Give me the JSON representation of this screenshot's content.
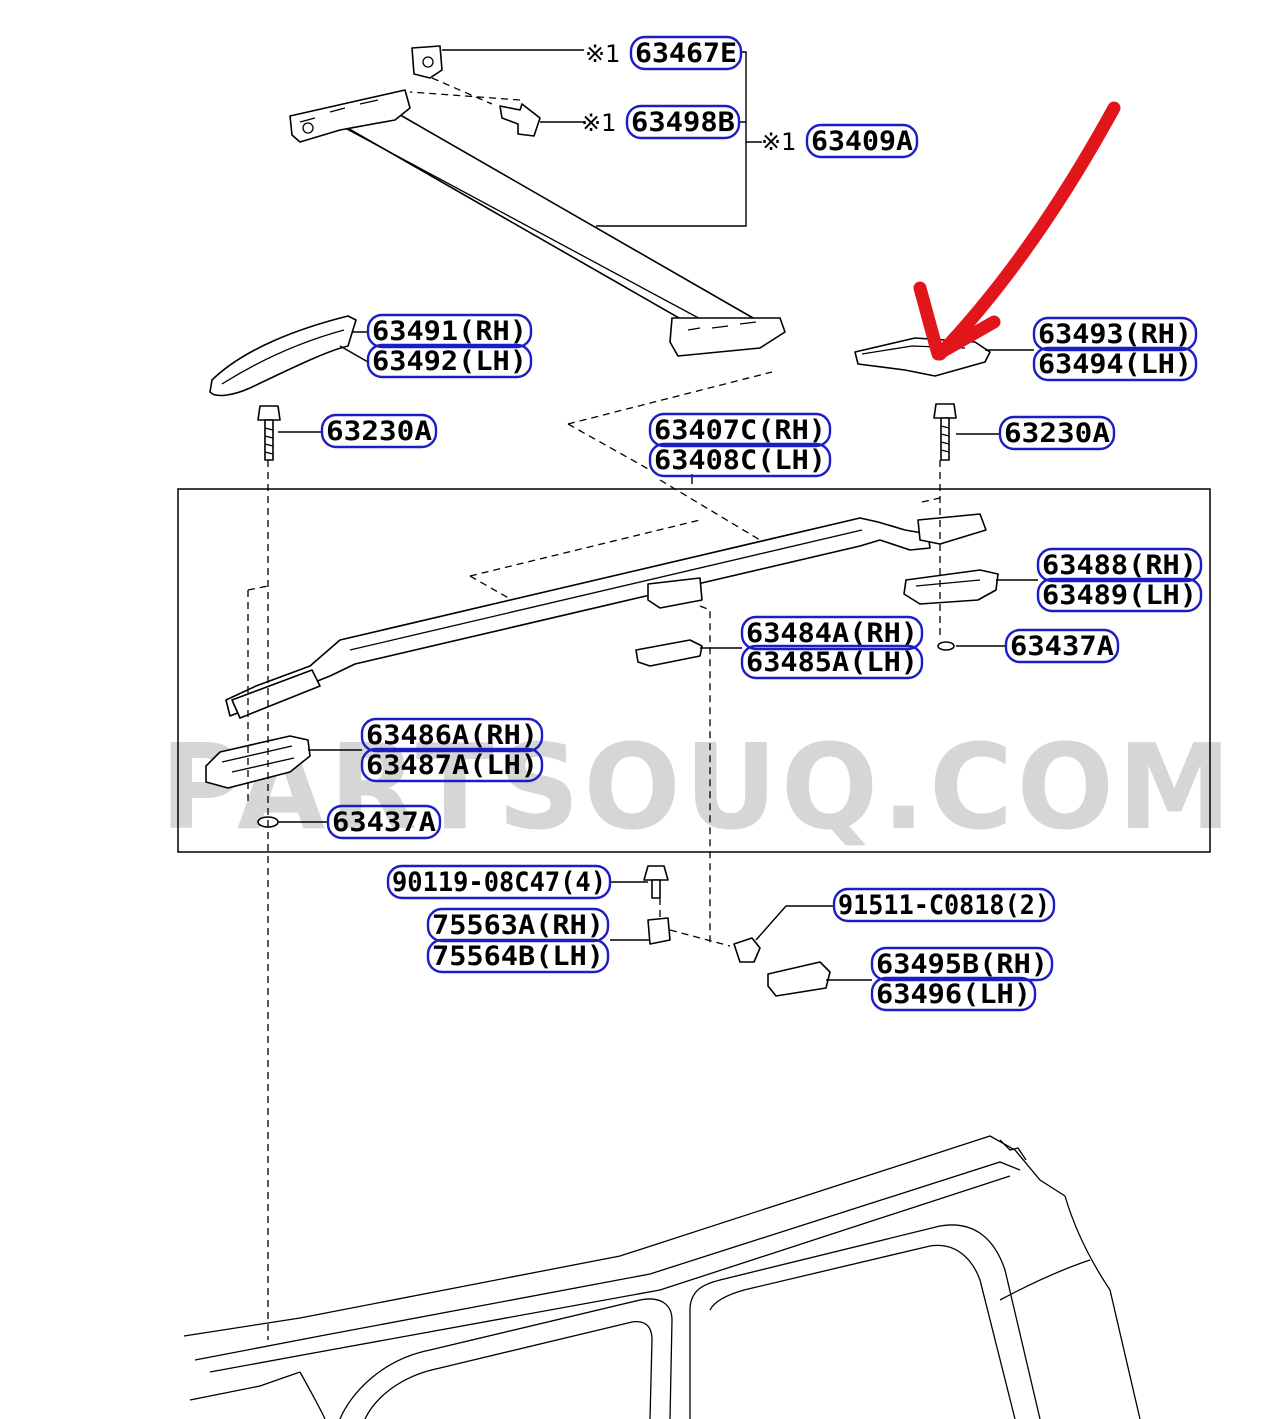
{
  "diagram": {
    "watermark": "PARTSOUQ.COM",
    "marker_symbol": "※1",
    "annotation_color": "#1d1dc8",
    "arrow_color": "#e0161b",
    "callouts": [
      {
        "id": "c-63467e",
        "text": "63467E",
        "prefix": "※1"
      },
      {
        "id": "c-63498b",
        "text": "63498B",
        "prefix": "※1"
      },
      {
        "id": "c-63409a",
        "text": "63409A",
        "prefix": "※1"
      },
      {
        "id": "c-63491",
        "text": "63491(RH)"
      },
      {
        "id": "c-63492",
        "text": "63492(LH)"
      },
      {
        "id": "c-63493",
        "text": "63493(RH)"
      },
      {
        "id": "c-63494",
        "text": "63494(LH)"
      },
      {
        "id": "c-63230a-left",
        "text": "63230A"
      },
      {
        "id": "c-63230a-right",
        "text": "63230A"
      },
      {
        "id": "c-63407c",
        "text": "63407C(RH)"
      },
      {
        "id": "c-63408c",
        "text": "63408C(LH)"
      },
      {
        "id": "c-63488",
        "text": "63488(RH)"
      },
      {
        "id": "c-63489",
        "text": "63489(LH)"
      },
      {
        "id": "c-63484a",
        "text": "63484A(RH)"
      },
      {
        "id": "c-63485a",
        "text": "63485A(LH)"
      },
      {
        "id": "c-63437a-right",
        "text": "63437A"
      },
      {
        "id": "c-63486a",
        "text": "63486A(RH)"
      },
      {
        "id": "c-63487a",
        "text": "63487A(LH)"
      },
      {
        "id": "c-63437a-left",
        "text": "63437A"
      },
      {
        "id": "c-90119",
        "text": "90119-08C47(4)"
      },
      {
        "id": "c-91511",
        "text": "91511-C0818(2)"
      },
      {
        "id": "c-75563a",
        "text": "75563A(RH)"
      },
      {
        "id": "c-75564b",
        "text": "75564B(LH)"
      },
      {
        "id": "c-63495b",
        "text": "63495B(RH)"
      },
      {
        "id": "c-63496",
        "text": "63496(LH)"
      }
    ]
  }
}
